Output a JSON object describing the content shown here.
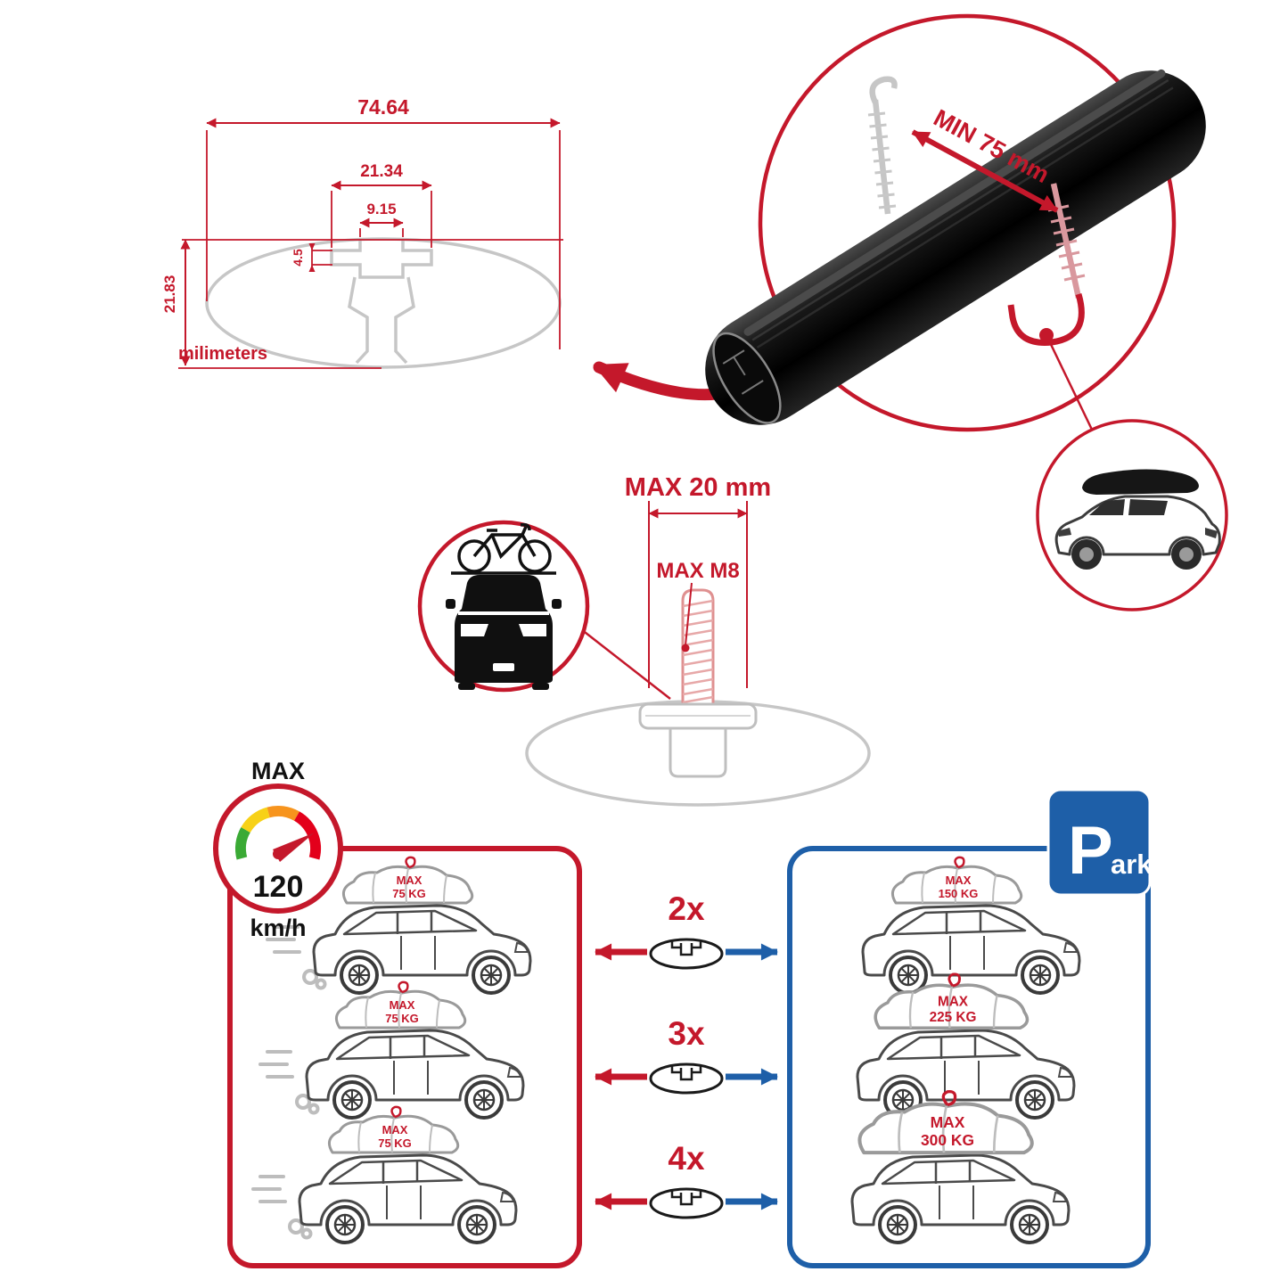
{
  "colors": {
    "red": "#c4182b",
    "blue": "#1e5fa8",
    "gray_outline": "#c6c6c6",
    "bar_black": "#141414",
    "gauge_green": "#3aaa35",
    "gauge_yellow": "#f7d117",
    "gauge_orange": "#f7941d",
    "gauge_red": "#e3001b"
  },
  "icons": {
    "crossbar_profile": "crossbar-cross-section-icon",
    "clamp_detail": "u-bolt-clamp-icon",
    "suv_roofbox": "suv-with-roofbox-icon",
    "car_bike": "car-front-with-bike-icon",
    "bolt": "threaded-bolt-icon",
    "speedometer": "speedometer-icon",
    "parking": "parking-sign-icon"
  },
  "tech_drawing": {
    "dim_total_width": "74.64",
    "dim_shoulder_width": "21.34",
    "dim_slot_width": "9.15",
    "dim_lip_height": "4.5",
    "dim_total_height": "21.83",
    "units_label": "milimeters"
  },
  "clamp_detail": {
    "min_spacing_label": "MIN 75 mm"
  },
  "bolt_detail": {
    "max_length_label": "MAX 20 mm",
    "max_thread_label": "MAX M8"
  },
  "speed_limit": {
    "title": "MAX",
    "value": "120",
    "units": "km/h"
  },
  "parking_sign": {
    "letter": "P",
    "suffix": "ark"
  },
  "driving_panel": {
    "cars": [
      {
        "max_label": "MAX",
        "load_label": "75 KG"
      },
      {
        "max_label": "MAX",
        "load_label": "75 KG"
      },
      {
        "max_label": "MAX",
        "load_label": "75 KG"
      }
    ]
  },
  "parked_panel": {
    "cars": [
      {
        "max_label": "MAX",
        "load_label": "150 KG"
      },
      {
        "max_label": "MAX",
        "load_label": "225 KG"
      },
      {
        "max_label": "MAX",
        "load_label": "300 KG"
      }
    ]
  },
  "multipliers": [
    "2x",
    "3x",
    "4x"
  ]
}
